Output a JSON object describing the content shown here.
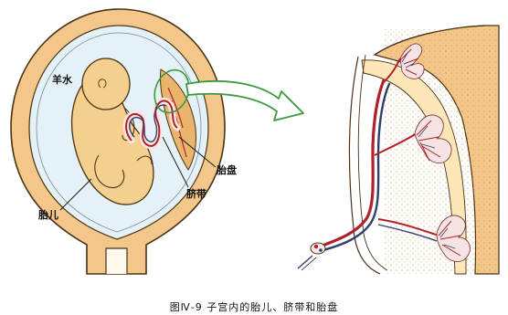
{
  "labels": {
    "amniotic_fluid": "羊水",
    "placenta": "胎盘",
    "umbilical_cord": "脐带",
    "fetus": "胎儿"
  },
  "caption": "图Ⅳ-9   子宫内的胎儿、脐带和胎盘",
  "colors": {
    "uterine_wall": "#f3c78a",
    "amniotic_fluid": "#e4f1f6",
    "fetus": "#f5cf8e",
    "outline": "#4a3215",
    "artery": "#b0212b",
    "vein": "#2f3f6c",
    "arrow": "#3c9a3e"
  }
}
